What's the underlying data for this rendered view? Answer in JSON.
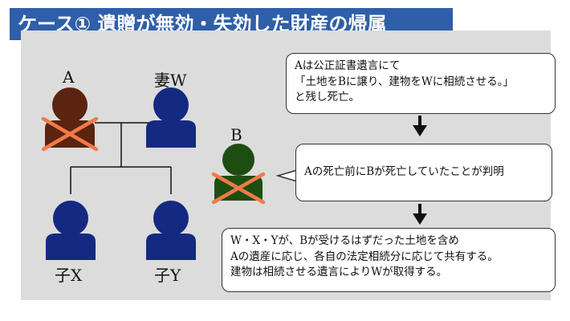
{
  "title": "ケース① 遺贈が無効・失効した財産の帰属",
  "colors": {
    "title_bg": "#2f5fa8",
    "panel_bg": "#dcdcdc",
    "person_navy": "#142a82",
    "person_deceased_brown": "#5a2410",
    "person_b_green": "#1e4d12",
    "cross_orange": "#f07a4a"
  },
  "people": {
    "a": {
      "label": "A",
      "deceased": true
    },
    "wife": {
      "label": "妻W"
    },
    "b": {
      "label": "B",
      "deceased": true
    },
    "child_x": {
      "label": "子X"
    },
    "child_y": {
      "label": "子Y"
    }
  },
  "boxes": {
    "will": {
      "lines": [
        "Aは公正証書遺言にて",
        "「土地をBに譲り、建物をWに相続させる。」",
        "と残し死亡。"
      ]
    },
    "b_death": {
      "text": "Aの死亡前にBが死亡していたことが判明"
    },
    "result": {
      "lines": [
        "W・X・Yが、Bが受けるはずだった土地を含め",
        "Aの遺産に応じ、各自の法定相続分に応じて共有する。",
        "建物は相続させる遺言によりWが取得する。"
      ]
    }
  },
  "arrow_icons": [
    "down-arrow-icon",
    "down-arrow-icon"
  ]
}
